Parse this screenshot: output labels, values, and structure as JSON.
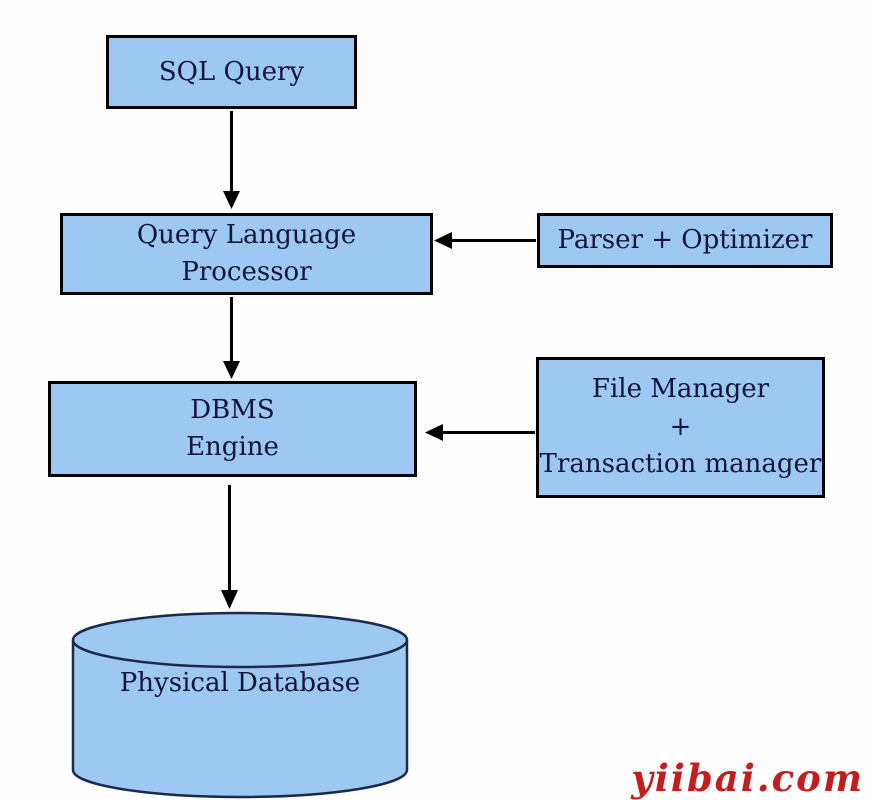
{
  "diagram": {
    "boxes": {
      "sql_query": {
        "lines": [
          "SQL Query"
        ]
      },
      "query_language_processor": {
        "lines": [
          "Query Language",
          "Processor"
        ]
      },
      "parser_optimizer": {
        "lines": [
          "Parser + Optimizer"
        ]
      },
      "dbms_engine": {
        "lines": [
          "DBMS",
          "Engine"
        ]
      },
      "file_transaction_manager": {
        "lines": [
          "File Manager",
          "+",
          "Transaction manager"
        ]
      },
      "physical_database": {
        "lines": [
          "Physical Database"
        ]
      }
    },
    "arrows": [
      {
        "name": "sql-query-to-query-language-processor",
        "direction": "down"
      },
      {
        "name": "parser-optimizer-to-query-language-processor",
        "direction": "left"
      },
      {
        "name": "query-language-processor-to-dbms-engine",
        "direction": "down"
      },
      {
        "name": "file-transaction-manager-to-dbms-engine",
        "direction": "left"
      },
      {
        "name": "dbms-engine-to-physical-database",
        "direction": "down"
      }
    ],
    "colors": {
      "node_fill": "#9cc8f2",
      "node_border": "#000000",
      "cylinder_stroke": "#1b2a4a",
      "text": "#15153a",
      "arrow": "#000000",
      "background": "#fdfdfd",
      "watermark": "#c41d1d"
    },
    "watermark": {
      "text": "yiibai.com"
    }
  }
}
